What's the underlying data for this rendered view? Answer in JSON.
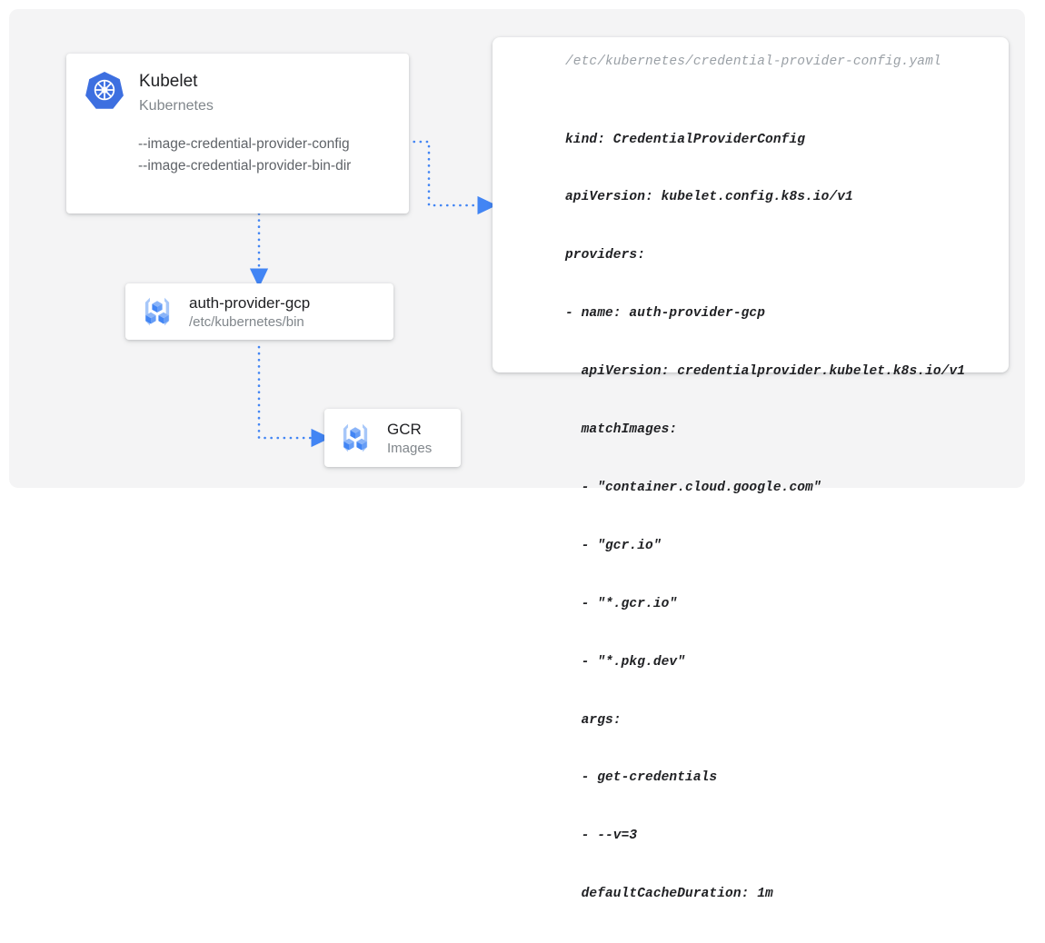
{
  "canvas": {
    "background_color": "#f4f4f5",
    "accent_color": "#4285f4",
    "page_background": "#ffffff"
  },
  "kubelet_card": {
    "icon": "kubernetes-icon",
    "title": "Kubelet",
    "subtitle": "Kubernetes",
    "flags": [
      "--image-credential-provider-config",
      "--image-credential-provider-bin-dir"
    ]
  },
  "auth_provider_card": {
    "icon": "container-registry-icon",
    "title": "auth-provider-gcp",
    "subtitle": "/etc/kubernetes/bin"
  },
  "gcr_card": {
    "icon": "container-registry-icon",
    "title": "GCR",
    "subtitle": "Images"
  },
  "yaml_card": {
    "path": "/etc/kubernetes/credential-provider-config.yaml",
    "lines": [
      "kind: CredentialProviderConfig",
      "apiVersion: kubelet.config.k8s.io/v1",
      "providers:",
      "- name: auth-provider-gcp",
      "  apiVersion: credentialprovider.kubelet.k8s.io/v1",
      "  matchImages:",
      "  - \"container.cloud.google.com\"",
      "  - \"gcr.io\"",
      "  - \"*.gcr.io\"",
      "  - \"*.pkg.dev\"",
      "  args:",
      "  - get-credentials",
      "  - --v=3",
      "  defaultCacheDuration: 1m"
    ]
  },
  "connectors": [
    {
      "name": "kubelet-to-yaml",
      "style": "dotted",
      "color": "#4285f4",
      "arrow": "right"
    },
    {
      "name": "kubelet-to-auth-provider",
      "style": "dotted",
      "color": "#4285f4",
      "arrow": "down"
    },
    {
      "name": "auth-provider-to-gcr",
      "style": "dotted",
      "color": "#4285f4",
      "arrow": "right"
    }
  ]
}
